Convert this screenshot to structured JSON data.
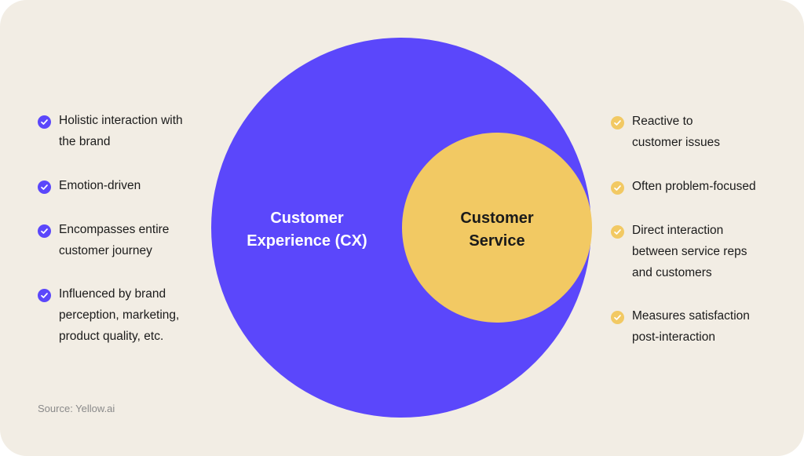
{
  "diagram": {
    "outer_label_lines": [
      "Customer",
      "Experience (CX)"
    ],
    "inner_label_lines": [
      "Customer",
      "Service"
    ],
    "colors": {
      "background": "#f2ede4",
      "outer_circle": "#5b47fb",
      "inner_circle": "#f2c963",
      "left_bullet": "#5b47fb",
      "right_bullet": "#f2c963"
    }
  },
  "left_list": [
    {
      "lines": [
        "Holistic interaction with",
        "the brand"
      ]
    },
    {
      "lines": [
        "Emotion-driven"
      ]
    },
    {
      "lines": [
        "Encompasses entire",
        "customer journey"
      ]
    },
    {
      "lines": [
        "Influenced by brand",
        "perception, marketing,",
        "product quality, etc."
      ]
    }
  ],
  "right_list": [
    {
      "lines": [
        "Reactive to",
        "customer issues"
      ]
    },
    {
      "lines": [
        "Often problem-focused"
      ]
    },
    {
      "lines": [
        "Direct interaction",
        "between service reps",
        "and customers"
      ]
    },
    {
      "lines": [
        "Measures satisfaction",
        "post-interaction"
      ]
    }
  ],
  "icons": {
    "bullet": "check-circle-icon"
  },
  "source": "Source: Yellow.ai"
}
